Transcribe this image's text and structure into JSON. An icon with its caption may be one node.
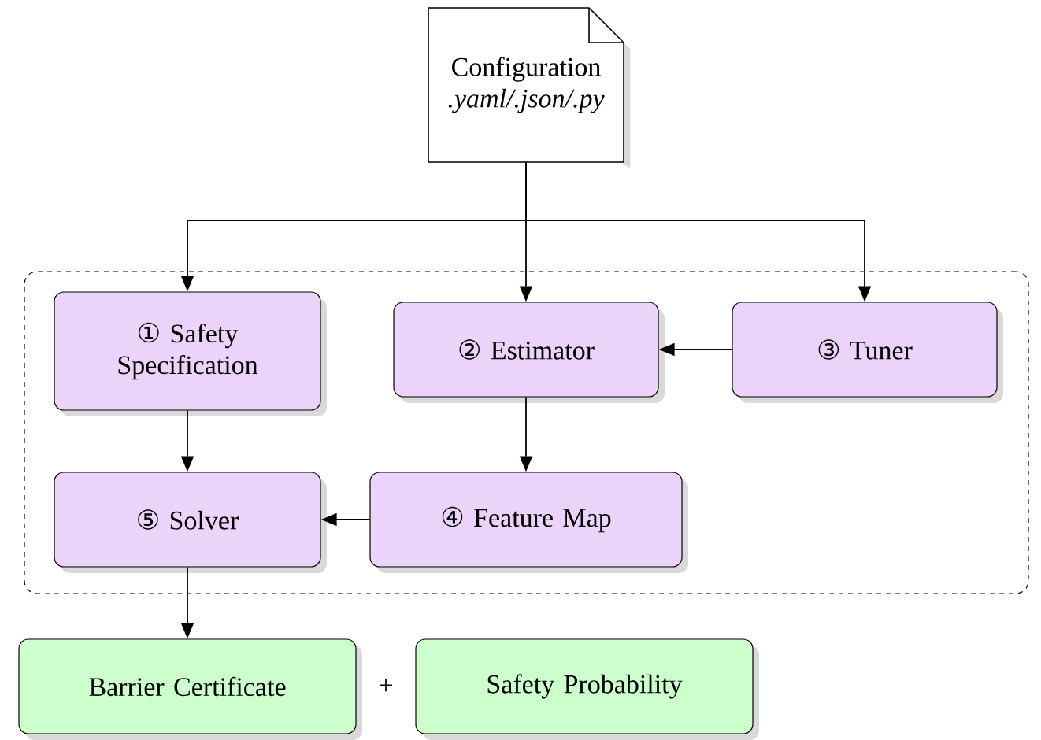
{
  "diagram": {
    "nodes": [
      {
        "text": [
          "Configuration",
          ".yaml/.json/.py"
        ]
      },
      {
        "text": [],
        "shape": "box"
      },
      {
        "text": [
          "① Safety Specification"
        ],
        "in": 1
      },
      {
        "text": [
          "② Estimator"
        ],
        "in": 1
      },
      {
        "text": [
          "③ Tuner"
        ],
        "in": 1
      },
      {
        "text": [
          "⑤ Solver"
        ],
        "in": 1
      },
      {
        "text": [
          "④ Feature Map"
        ],
        "in": 1
      },
      {
        "text": [
          "Barrier Certificate"
        ]
      },
      {
        "text": [
          "Safety Probability"
        ]
      }
    ],
    "edges": [
      {
        "from": 0,
        "to": 2,
        "arrow": "to"
      },
      {
        "from": 0,
        "to": 3,
        "arrow": "to"
      },
      {
        "from": 0,
        "to": 4,
        "arrow": "to"
      },
      {
        "from": 4,
        "to": 3,
        "arrow": "to"
      },
      {
        "from": 2,
        "to": 5,
        "arrow": "to"
      },
      {
        "from": 3,
        "to": 6,
        "arrow": "to"
      },
      {
        "from": 6,
        "to": 5,
        "arrow": "to"
      },
      {
        "from": 5,
        "to": 7,
        "arrow": "to"
      }
    ],
    "labels": [
      "+"
    ]
  }
}
